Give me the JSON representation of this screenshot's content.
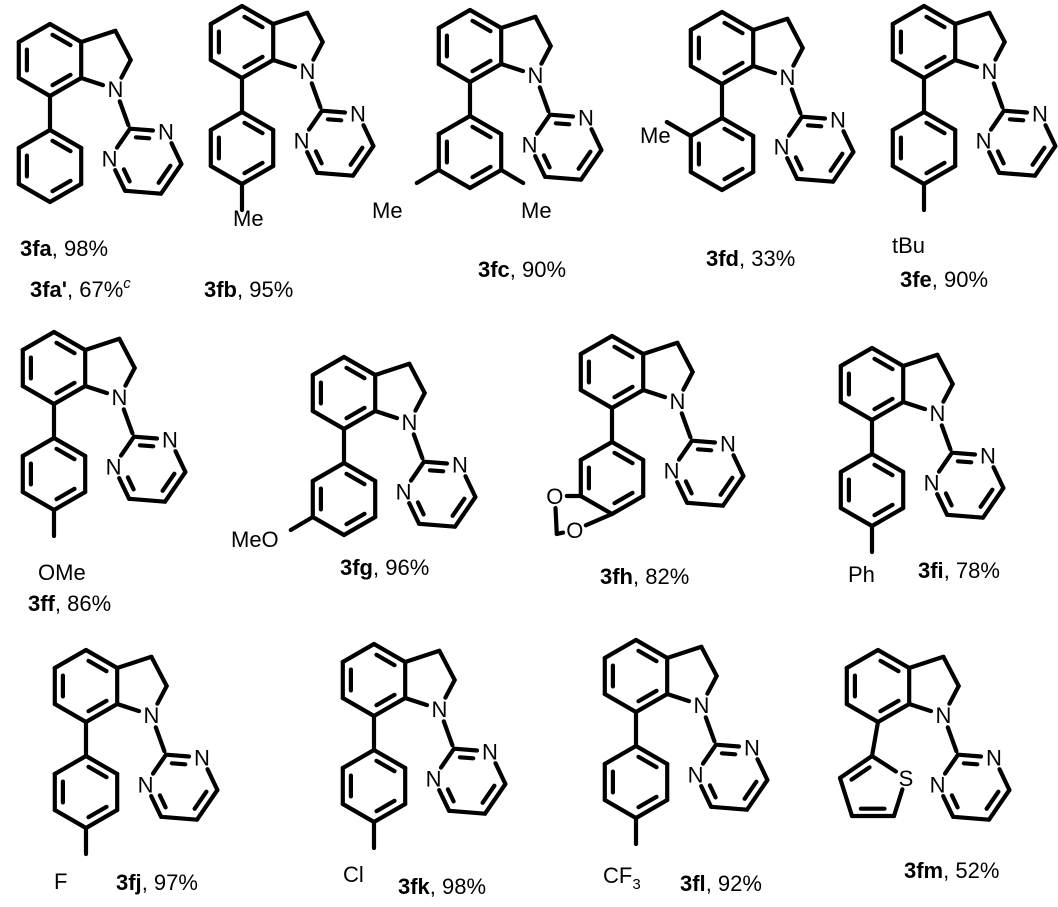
{
  "atoms": {
    "nitrogen": "N",
    "oxygen": "O",
    "sulfur": "S"
  },
  "compounds": [
    {
      "code": "3fa",
      "yield": ", 98%",
      "aryl": "phenyl",
      "substituent": ""
    },
    {
      "code": "3fb",
      "yield": ", 95%",
      "aryl": "p-tolyl",
      "substituent": "Me"
    },
    {
      "code": "3fc",
      "yield": ", 90%",
      "aryl": "3,5-dimethylphenyl",
      "substituent": "Me",
      "substituent2": "Me"
    },
    {
      "code": "3fd",
      "yield": ", 33%",
      "aryl": "o-tolyl",
      "substituent": "Me"
    },
    {
      "code": "3fe",
      "yield": ", 90%",
      "aryl": "4-tert-butylphenyl",
      "substituent": "tBu"
    },
    {
      "code": "3ff",
      "yield": ", 86%",
      "aryl": "4-methoxyphenyl",
      "substituent": "OMe"
    },
    {
      "code": "3fg",
      "yield": ", 96%",
      "aryl": "3-methoxyphenyl",
      "substituent": "MeO"
    },
    {
      "code": "3fh",
      "yield": ", 82%",
      "aryl": "benzodioxolyl",
      "substituent": ""
    },
    {
      "code": "3fi",
      "yield": ", 78%",
      "aryl": "biphenyl-4-yl",
      "substituent": "Ph"
    },
    {
      "code": "3fj",
      "yield": ", 97%",
      "aryl": "4-fluorophenyl",
      "substituent": "F"
    },
    {
      "code": "3fk",
      "yield": ", 98%",
      "aryl": "4-chlorophenyl",
      "substituent": "Cl"
    },
    {
      "code": "3fl",
      "yield": ", 92%",
      "aryl": "4-(trifluoromethyl)phenyl",
      "substituent": "CF",
      "substituent_sub": "3"
    },
    {
      "code": "3fm",
      "yield": ", 52%",
      "aryl": "2-thienyl",
      "substituent": ""
    }
  ],
  "extra_label": {
    "code": "3fa'",
    "yield": ", 67%",
    "note": "c"
  }
}
